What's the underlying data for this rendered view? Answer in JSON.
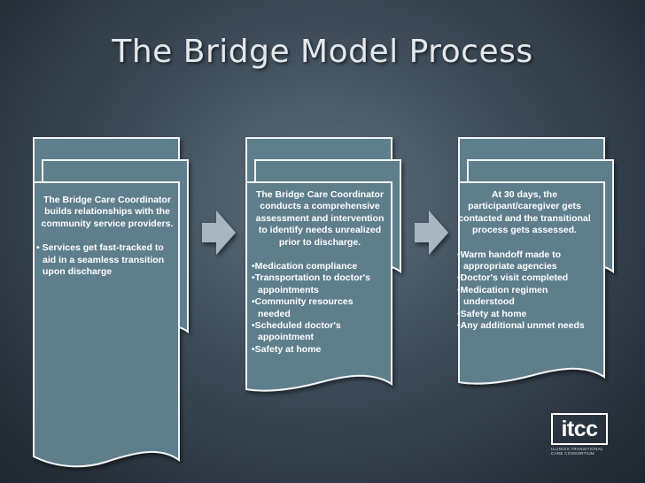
{
  "title": "The Bridge Model Process",
  "steps": [
    {
      "heading": "The Bridge Care Coordinator builds relationships with the community service providers.",
      "bullets": [
        "• Services get fast-tracked to aid in a seamless transition upon discharge"
      ]
    },
    {
      "heading": "The Bridge Care Coordinator conducts a comprehensive assessment and intervention to identify needs unrealized prior to discharge.",
      "bullets": [
        "•Medication compliance",
        "•Transportation to doctor's appointments",
        "•Community resources needed",
        "•Scheduled doctor's appointment",
        "•Safety at home"
      ]
    },
    {
      "heading": "At 30 days, the participant/caregiver gets contacted and the transitional process gets assessed.",
      "bullets": [
        "•Warm handoff made to appropriate agencies",
        "•Doctor's visit completed",
        "•Medication regimen understood",
        "•Safety at home",
        "•Any additional unmet needs"
      ]
    }
  ],
  "logo": {
    "text": "itcc",
    "subtitle": "ILLINOIS TRANSITIONAL CARE CONSORTIUM"
  },
  "colors": {
    "card": "#5f7e8c",
    "outline": "#f2f4f5",
    "arrow": "#a9b6c0"
  }
}
